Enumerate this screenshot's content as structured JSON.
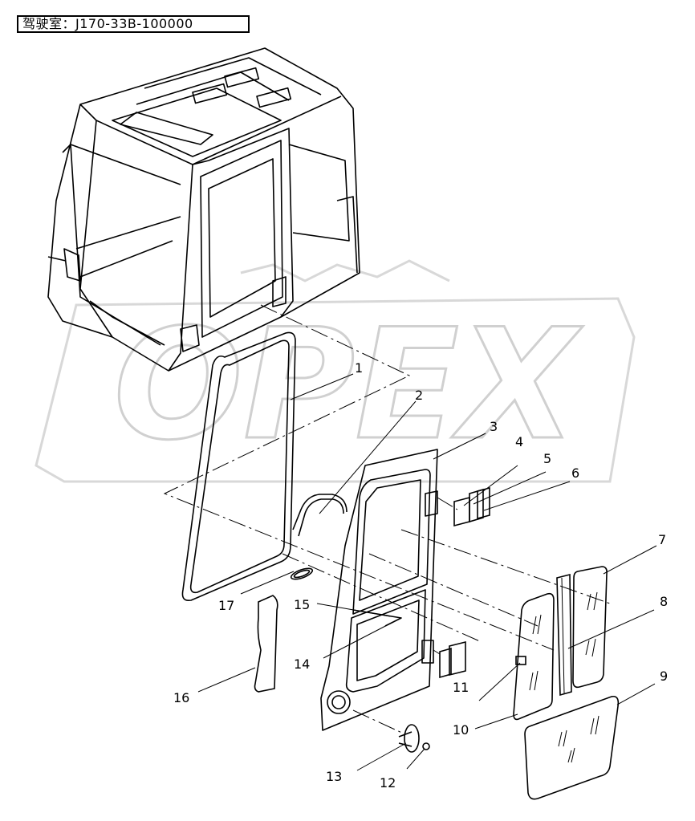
{
  "title": "驾驶室：J170-33B-100000",
  "watermark": "OPEX",
  "callouts": [
    "1",
    "2",
    "3",
    "4",
    "5",
    "6",
    "7",
    "8",
    "9",
    "10",
    "11",
    "12",
    "13",
    "14",
    "15",
    "16",
    "17"
  ],
  "colors": {
    "line": "#000000",
    "watermark": "#d6d6d6",
    "background": "#ffffff"
  }
}
